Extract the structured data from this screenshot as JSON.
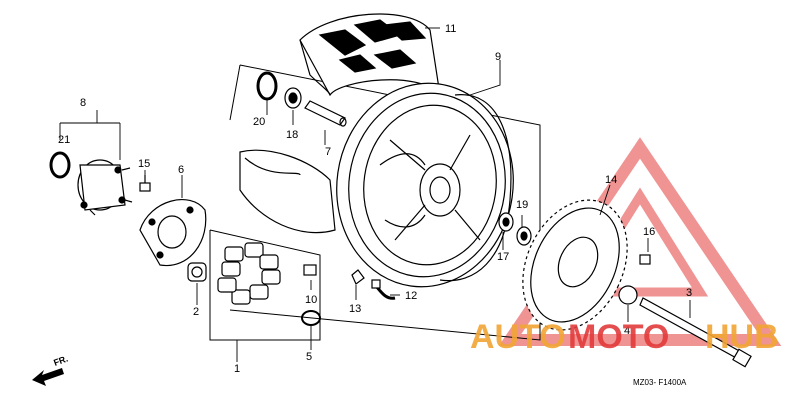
{
  "parts": {
    "p1": "1",
    "p2": "2",
    "p3": "3",
    "p4": "4",
    "p5": "5",
    "p6": "6",
    "p7": "7",
    "p8": "8",
    "p9": "9",
    "p10": "10",
    "p11": "11",
    "p12": "12",
    "p13": "13",
    "p14": "14",
    "p15": "15",
    "p16": "16",
    "p17": "17",
    "p18": "18",
    "p19": "19",
    "p20": "20",
    "p21": "21"
  },
  "direction_label": "FR.",
  "diagram_code": "MZ03-  F1400A",
  "watermark": {
    "text_auto": "AUTO",
    "text_moto": "MOTO",
    "text_hub": "HUB",
    "color_red": "#e23b3b",
    "color_orange": "#f2a535"
  }
}
